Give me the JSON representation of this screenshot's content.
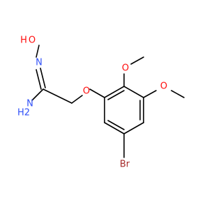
{
  "molecule": {
    "atoms": {
      "hydroxyl_o": {
        "symbol": "O",
        "color": "#ff0d0d"
      },
      "hydroxyl_h": {
        "symbol": "H",
        "color": "#ff0d0d"
      },
      "imine_n": {
        "symbol": "N",
        "color": "#3050f8"
      },
      "amine_n": {
        "symbol": "N",
        "color": "#3050f8"
      },
      "amine_h2": {
        "symbol": "H2",
        "color": "#3050f8"
      },
      "ether_o": {
        "symbol": "O",
        "color": "#ff0d0d"
      },
      "methoxy_o_top": {
        "symbol": "O",
        "color": "#ff0d0d"
      },
      "methoxy_o_right": {
        "symbol": "O",
        "color": "#ff0d0d"
      },
      "bromine": {
        "symbol": "Br",
        "color": "#a62929"
      }
    },
    "bond_color": "#000000"
  }
}
